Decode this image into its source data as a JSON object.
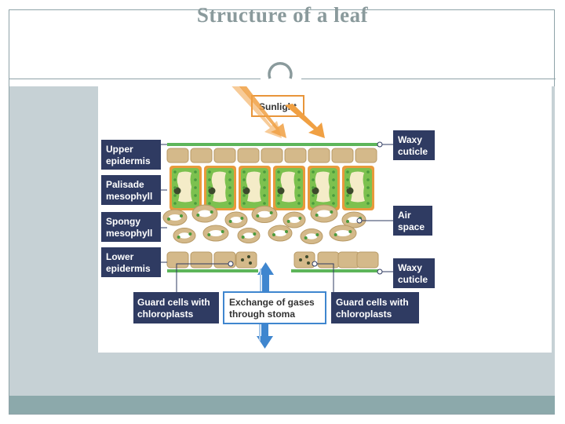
{
  "slide": {
    "title": "Structure of a leaf"
  },
  "diagram": {
    "labels": {
      "sunlight": "Sunlight",
      "upper_epidermis": [
        "Upper",
        "epidermis"
      ],
      "palisade_mesophyll": [
        "Palisade",
        "mesophyll"
      ],
      "spongy_mesophyll": [
        "Spongy",
        "mesophyll"
      ],
      "lower_epidermis": [
        "Lower",
        "epidermis"
      ],
      "waxy_cuticle_top": [
        "Waxy",
        "cuticle"
      ],
      "air_space": [
        "Air",
        "space"
      ],
      "waxy_cuticle_bottom": [
        "Waxy",
        "cuticle"
      ],
      "guard_cells_left": [
        "Guard cells with",
        "chloroplasts"
      ],
      "exchange_of_gases": [
        "Exchange of gases",
        "through stoma"
      ],
      "guard_cells_right": [
        "Guard cells with",
        "chloroplasts"
      ]
    },
    "colors": {
      "label_box": "#2f3b62",
      "sunlight_border": "#e8953a",
      "sunlight_arrow": "#f0a043",
      "cuticle_green": "#5db55a",
      "epidermis_cell": "#d4b98a",
      "palisade_border": "#e89a3c",
      "chloroplast": "#4a9a3c",
      "nucleus": "#3c4a2c",
      "gas_arrow": "#3f86cf"
    }
  }
}
